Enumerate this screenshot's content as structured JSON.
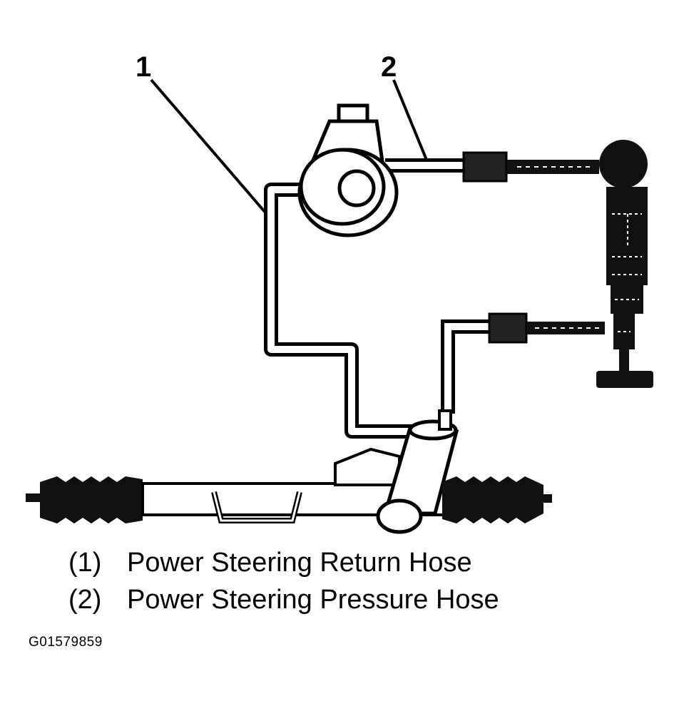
{
  "callouts": {
    "one": "1",
    "two": "2"
  },
  "legend": [
    {
      "number": "(1)",
      "label": "Power Steering Return Hose"
    },
    {
      "number": "(2)",
      "label": "Power Steering Pressure Hose"
    }
  ],
  "figure_id": "G01579859",
  "colors": {
    "ink": "#000000",
    "paper": "#ffffff"
  }
}
